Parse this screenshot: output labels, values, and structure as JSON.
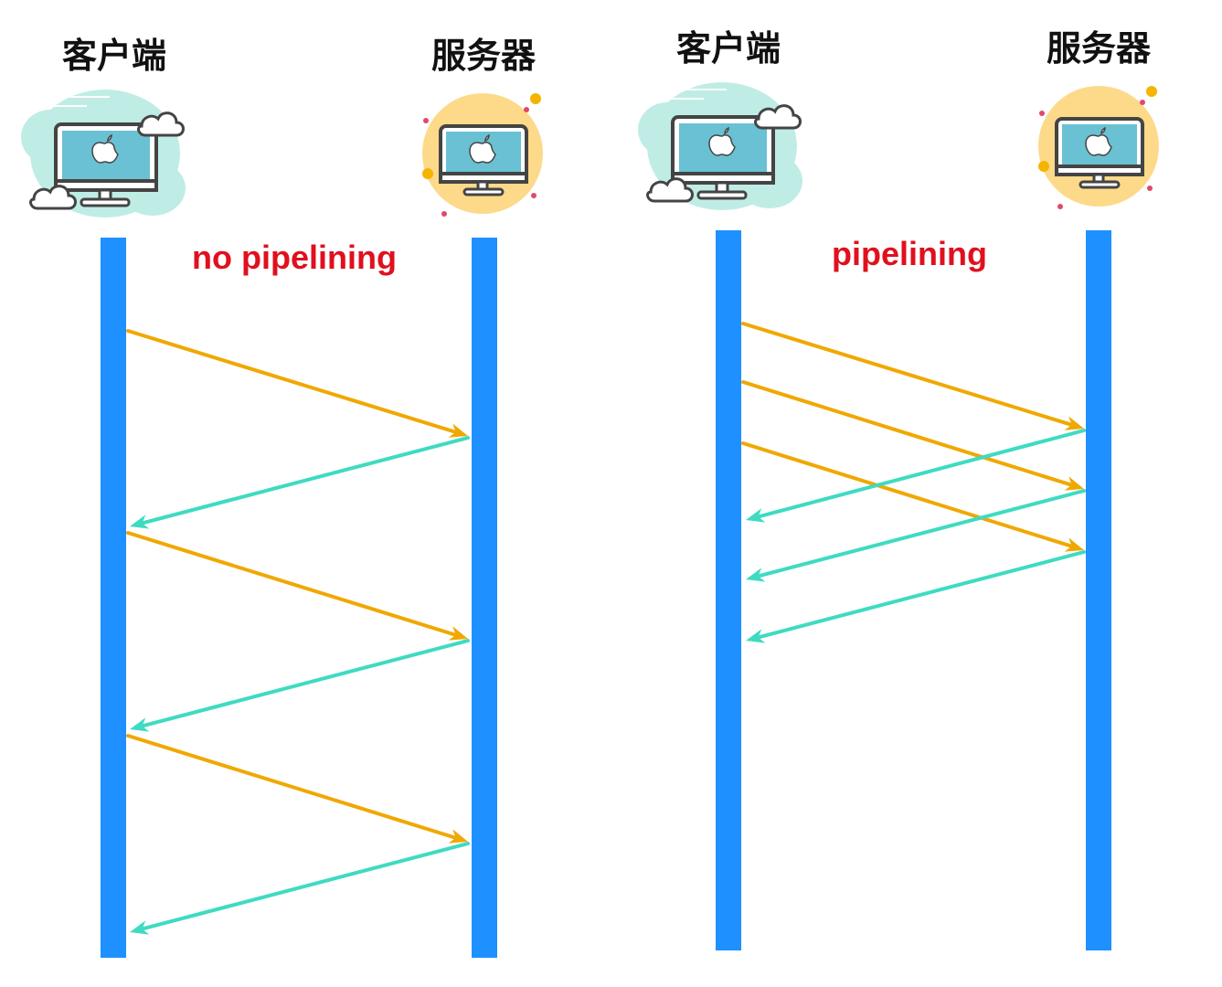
{
  "colors": {
    "lifeline": "#1E90FF",
    "request": "#F0A800",
    "response": "#3EDBC2",
    "title": "#E0101E",
    "client_bg": "#BFEDE5",
    "server_bg": "#FDD98A",
    "screen": "#69C1D3",
    "bezel": "#444444"
  },
  "panels": [
    {
      "title": "no pipelining",
      "client_label": "客户端",
      "server_label": "服务器",
      "client_icon": "client-computer-cloud-icon",
      "server_icon": "server-computer-sun-icon"
    },
    {
      "title": "pipelining",
      "client_label": "客户端",
      "server_label": "服务器",
      "client_icon": "client-computer-cloud-icon",
      "server_icon": "server-computer-sun-icon"
    }
  ]
}
